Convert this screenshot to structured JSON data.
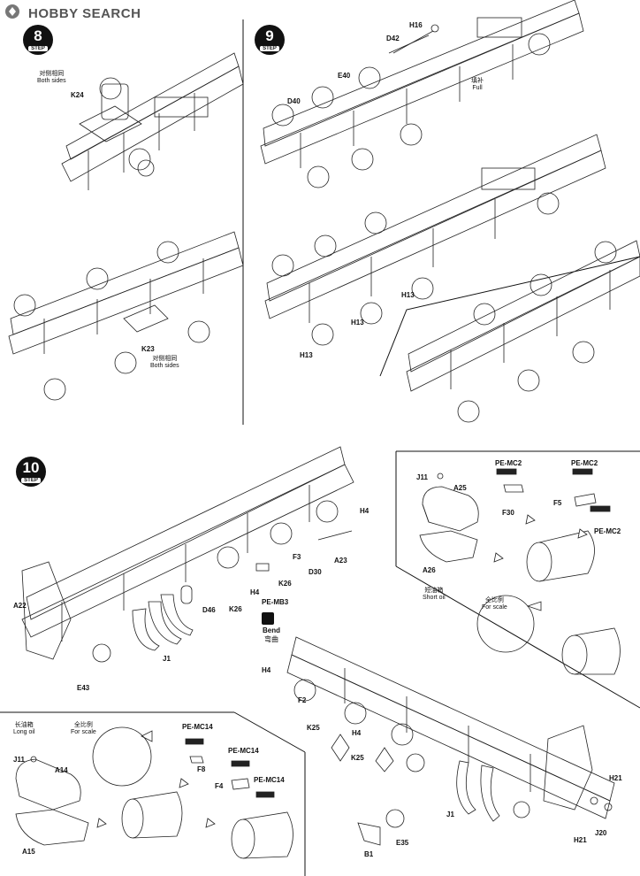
{
  "header": {
    "logo_text": "HOBBY SEARCH"
  },
  "steps": {
    "step8": {
      "number": "8",
      "word": "STEP"
    },
    "step9": {
      "number": "9",
      "word": "STEP"
    },
    "step10": {
      "number": "10",
      "word": "STEP"
    }
  },
  "notes": {
    "both_sides_cn": "对侧相同",
    "both_sides_en": "Both sides",
    "fill_cn": "填补",
    "fill_en": "Full",
    "short_oil_cn": "短油箱",
    "short_oil_en": "Short oil",
    "for_scale_cn": "全比例",
    "for_scale_en": "For scale",
    "long_oil_cn": "长油箱",
    "long_oil_en": "Long oil",
    "bend_en": "Bend",
    "bend_cn": "弯曲"
  },
  "parts": {
    "k24": "K24",
    "k23": "K23",
    "h16": "H16",
    "d42": "D42",
    "e40": "E40",
    "d40": "D40",
    "h13a": "H13",
    "h13b": "H13",
    "h13c": "H13",
    "h4a": "H4",
    "h4b": "H4",
    "h4c": "H4",
    "h4d": "H4",
    "a23": "A23",
    "f3": "F3",
    "d30": "D30",
    "k26a": "K26",
    "k26b": "K26",
    "a22": "A22",
    "d46": "D46",
    "j1a": "J1",
    "j1b": "J1",
    "e43": "E43",
    "pe_mb3": "PE-MB3",
    "f2": "F2",
    "k25a": "K25",
    "k25b": "K25",
    "h21a": "H21",
    "h21b": "H21",
    "j20": "J20",
    "e35": "E35",
    "b1": "B1",
    "j11a": "J11",
    "a25": "A25",
    "a26": "A26",
    "pe_mc2a": "PE-MC2",
    "pe_mc2b": "PE-MC2",
    "pe_mc2c": "PE-MC2",
    "f30": "F30",
    "f5": "F5",
    "j11b": "J11",
    "a14": "A14",
    "a15": "A15",
    "pe_mc14a": "PE-MC14",
    "pe_mc14b": "PE-MC14",
    "pe_mc14c": "PE-MC14",
    "f8": "F8",
    "f4": "F4"
  }
}
